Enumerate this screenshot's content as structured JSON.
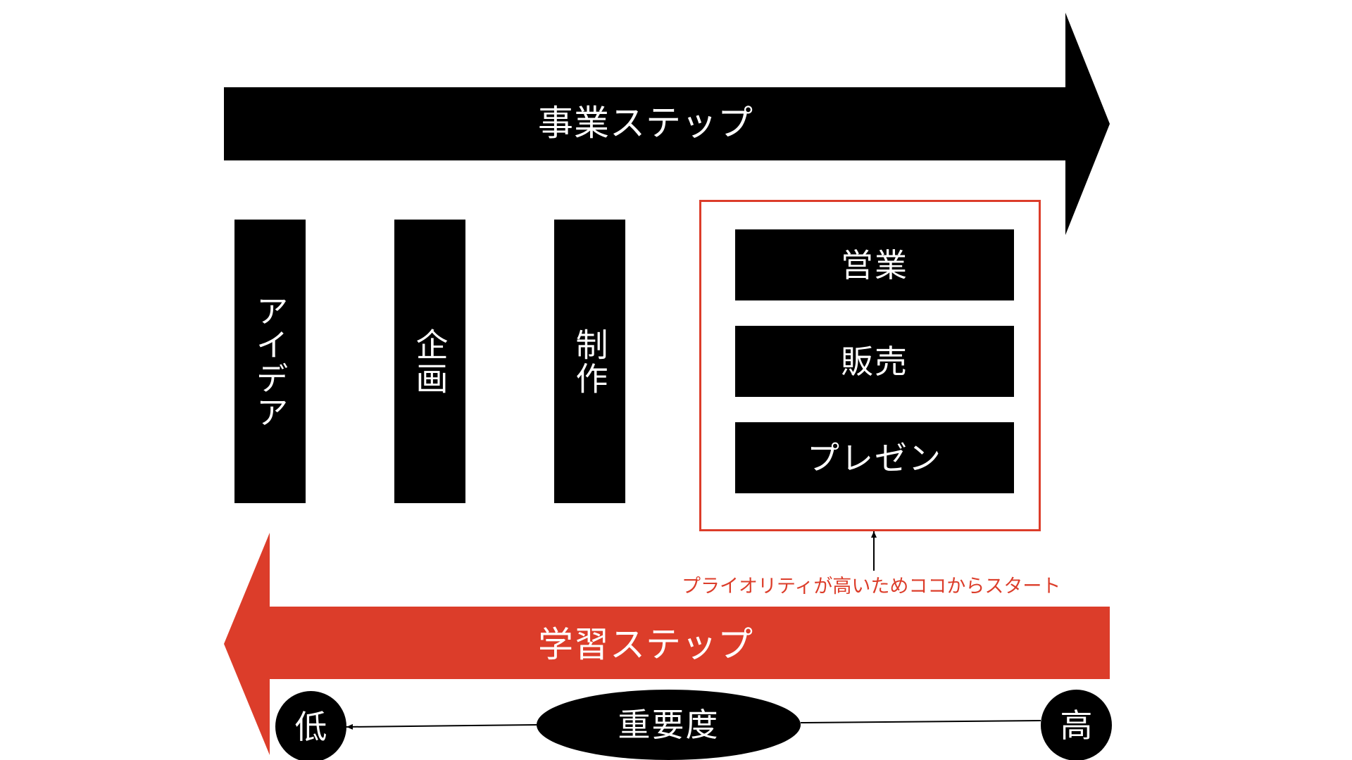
{
  "business_steps": {
    "label": "事業ステップ",
    "color": "#000000"
  },
  "stages": [
    {
      "label": "アイデア"
    },
    {
      "label": "企画"
    },
    {
      "label": "制作"
    }
  ],
  "priority_group": {
    "items": [
      {
        "label": "営業"
      },
      {
        "label": "販売"
      },
      {
        "label": "プレゼン"
      }
    ],
    "frame_color": "#dc3d2a",
    "note": "プライオリティが高いためココからスタート"
  },
  "learning_steps": {
    "label": "学習ステップ",
    "color": "#dc3d2a"
  },
  "importance_scale": {
    "low_label": "低",
    "center_label": "重要度",
    "high_label": "高"
  }
}
